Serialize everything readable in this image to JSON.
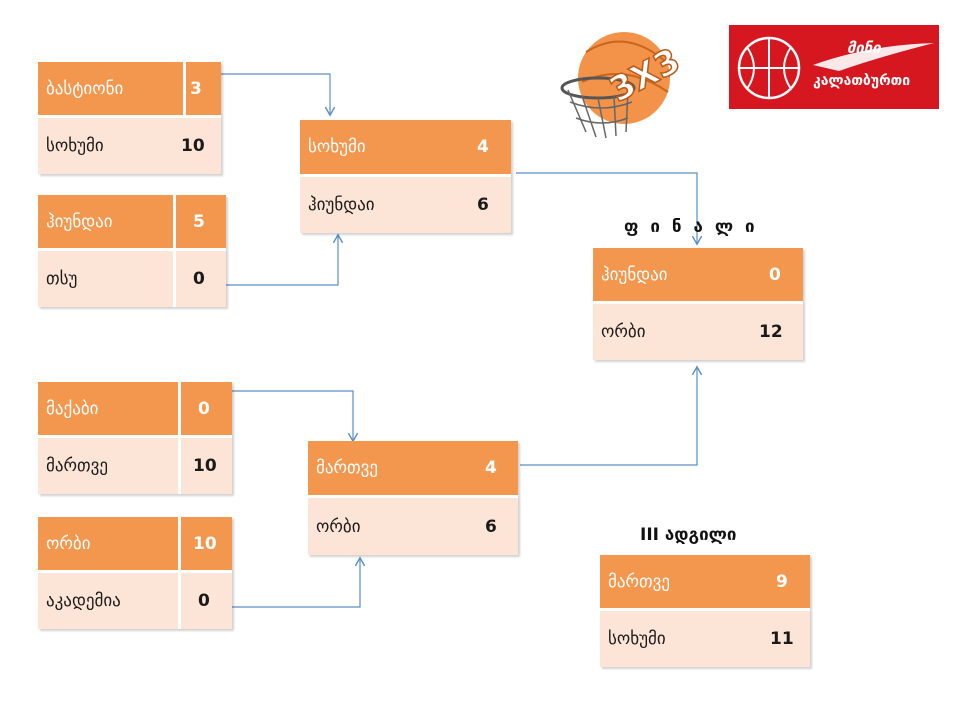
{
  "bracket": {
    "qf1": {
      "team1": "ბასტიონი",
      "score1": "3",
      "team2": "სოხუმი",
      "score2": "10"
    },
    "qf2": {
      "team1": "ჰიუნდაი",
      "score1": "5",
      "team2": "თსუ",
      "score2": "0"
    },
    "qf3": {
      "team1": "მაქაბი",
      "score1": "0",
      "team2": "მართვე",
      "score2": "10"
    },
    "qf4": {
      "team1": "ორბი",
      "score1": "10",
      "team2": "აკადემია",
      "score2": "0"
    },
    "sf1": {
      "team1": "სოხუმი",
      "score1": "4",
      "team2": "ჰიუნდაი",
      "score2": "6"
    },
    "sf2": {
      "team1": "მართვე",
      "score1": "4",
      "team2": "ორბი",
      "score2": "6"
    },
    "final": {
      "title": "ფ ი ნ ა ლ ი",
      "team1": "ჰიუნდაი",
      "score1": "0",
      "team2": "ორბი",
      "score2": "12"
    },
    "third": {
      "title": "III ადგილი",
      "team1": "მართვე",
      "score1": "9",
      "team2": "სოხუმი",
      "score2": "11"
    }
  },
  "logos": {
    "event_logo_text": "3X3",
    "brand_line1": "მინი",
    "brand_line2": "კალათბურთი"
  },
  "colors": {
    "header_fill": "#f3974e",
    "body_fill": "#fce4d6",
    "connector": "#5b8fc8",
    "brand_red": "#d7171f"
  }
}
